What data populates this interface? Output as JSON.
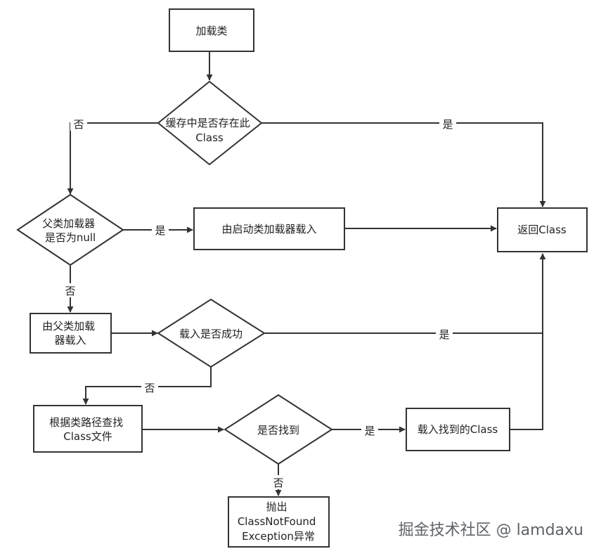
{
  "nodes": {
    "load_class": {
      "lines": [
        "加载类"
      ]
    },
    "cache_check": {
      "lines": [
        "缓存中是否存在此",
        "Class"
      ]
    },
    "return_class": {
      "lines": [
        "返回Class"
      ]
    },
    "parent_null": {
      "lines": [
        "父类加载器",
        "是否为null"
      ]
    },
    "bootstrap_load": {
      "lines": [
        "由启动类加载器载入"
      ]
    },
    "parent_load": {
      "lines": [
        "由父类加载",
        "器载入"
      ]
    },
    "load_success": {
      "lines": [
        "载入是否成功"
      ]
    },
    "find_by_path": {
      "lines": [
        "根据类路径查找",
        "Class文件"
      ]
    },
    "found_check": {
      "lines": [
        "是否找到"
      ]
    },
    "load_found": {
      "lines": [
        "载入找到的Class"
      ]
    },
    "throw_exception": {
      "lines": [
        "抛出",
        "ClassNotFound",
        "Exception异常"
      ]
    }
  },
  "edge_labels": {
    "cache_no": "否",
    "cache_yes": "是",
    "parent_null_yes": "是",
    "parent_null_no": "否",
    "load_success_yes": "是",
    "load_success_no": "否",
    "found_yes": "是",
    "found_no": "否"
  },
  "watermark": "掘金技术社区 @ lamdaxu",
  "colors": {
    "stroke": "#333333",
    "text": "#222222",
    "background": "#ffffff"
  }
}
